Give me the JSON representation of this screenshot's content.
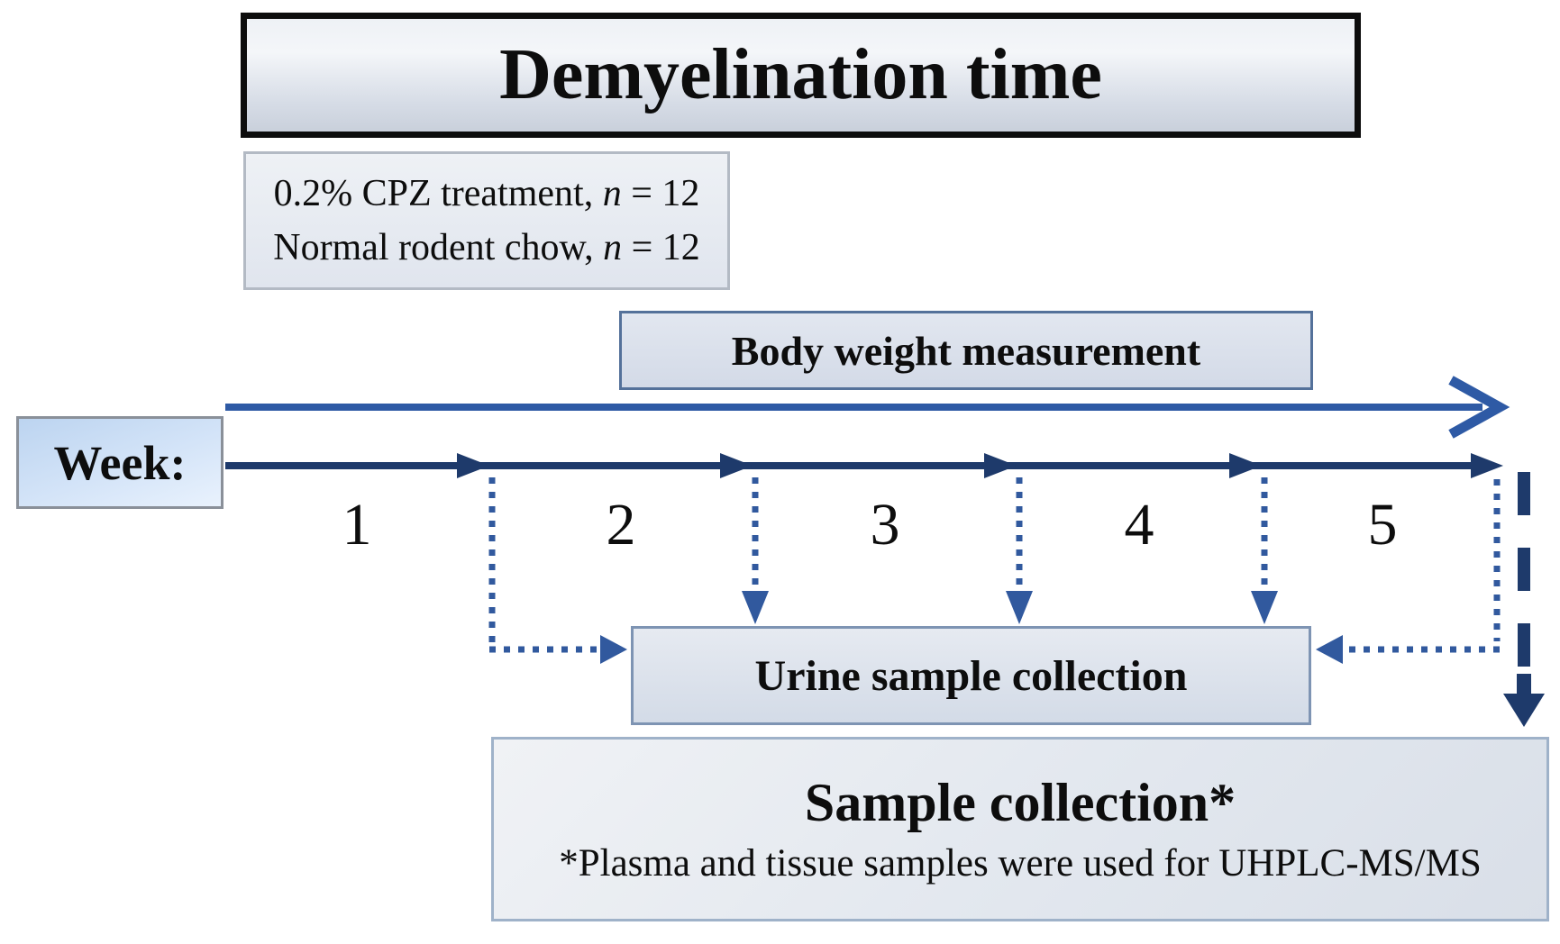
{
  "title": "Demyelination time",
  "treatment_box": {
    "line1": {
      "prefix": "0.2% CPZ treatment, ",
      "variable": "n",
      "suffix": " = 12"
    },
    "line2": {
      "prefix": "Normal rodent chow, ",
      "variable": "n",
      "suffix": " = 12"
    }
  },
  "body_weight": {
    "label": "Body weight measurement"
  },
  "timeline": {
    "week_label": "Week:",
    "weeks": [
      "1",
      "2",
      "3",
      "4",
      "5"
    ]
  },
  "urine": {
    "label": "Urine sample collection"
  },
  "sample": {
    "title": "Sample collection*",
    "note": "*Plasma and tissue samples were used for UHPLC-MS/MS"
  },
  "colors": {
    "navy": "#1e3a6b",
    "blue": "#2e5aa5",
    "dot_blue": "#31599e"
  }
}
